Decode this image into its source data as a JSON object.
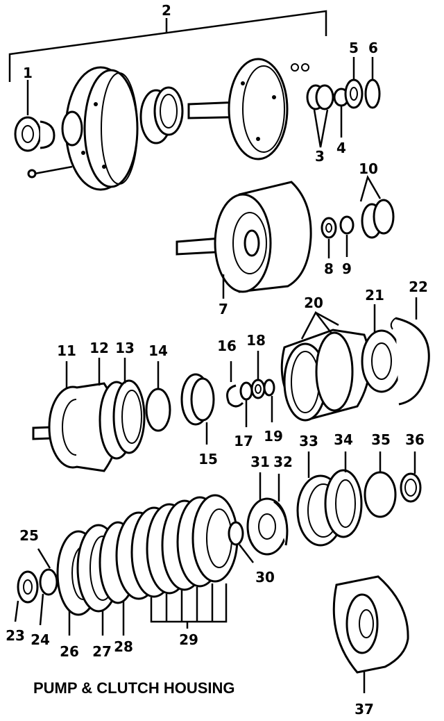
{
  "title": "PUMP & CLUTCH HOUSING",
  "callouts": [
    "1",
    "2",
    "3",
    "4",
    "5",
    "6",
    "7",
    "8",
    "9",
    "10",
    "11",
    "12",
    "13",
    "14",
    "15",
    "16",
    "17",
    "18",
    "19",
    "20",
    "21",
    "22",
    "23",
    "24",
    "25",
    "26",
    "27",
    "28",
    "29",
    "30",
    "31",
    "32",
    "33",
    "34",
    "35",
    "36",
    "37"
  ]
}
